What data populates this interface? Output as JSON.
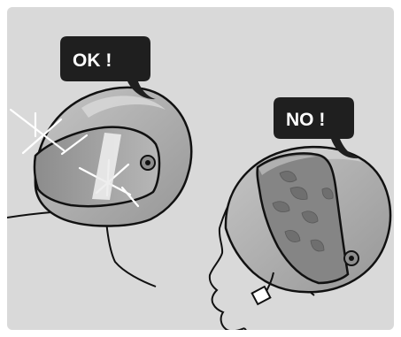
{
  "illustration": {
    "good_example": {
      "bubble_label": "OK !",
      "visor_condition": "clear"
    },
    "bad_example": {
      "bubble_label": "NO !",
      "visor_condition": "scratched"
    },
    "colors": {
      "background": "#d9d9d9",
      "frame": "#ffffff",
      "helmet_shell": "#a7a7a7",
      "helmet_highlight": "#cfcfcf",
      "helmet_shadow": "#8f8f8f",
      "bubble": "#1f1f1f",
      "bubble_text": "#ffffff",
      "outline": "#111111"
    }
  }
}
